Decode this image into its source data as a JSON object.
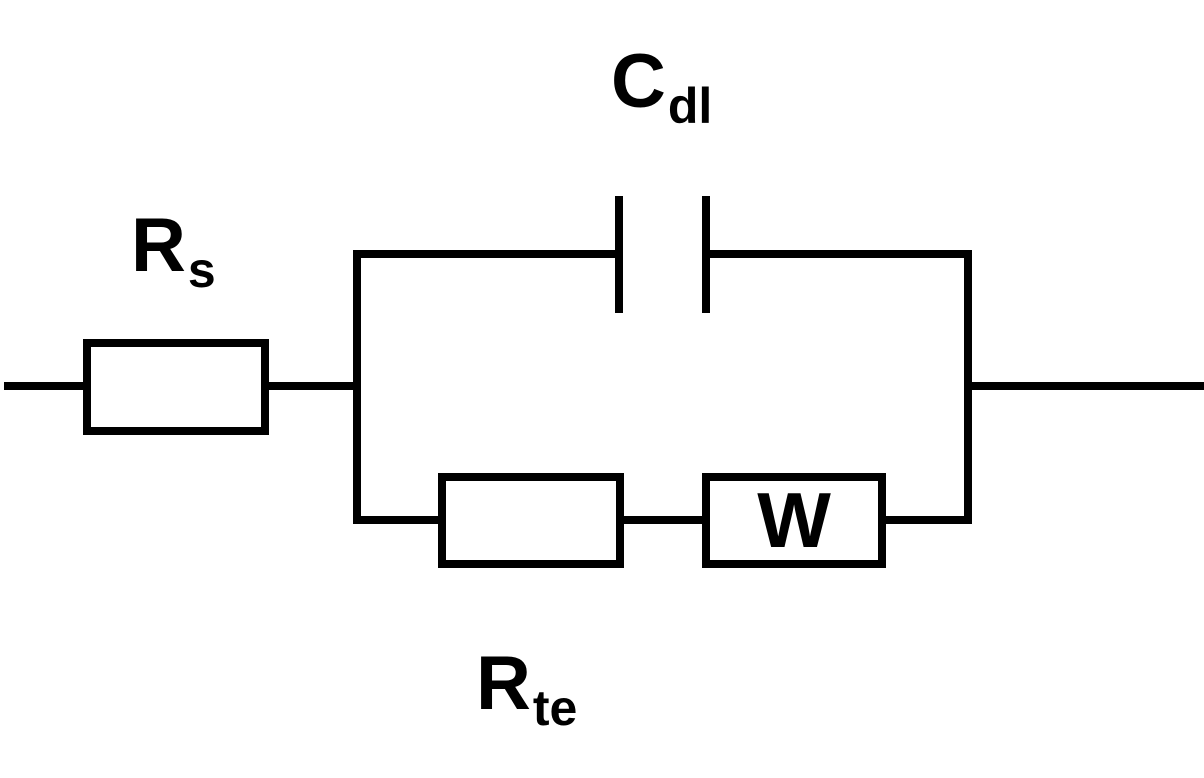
{
  "colors": {
    "wire": "#000000",
    "background": "#ffffff"
  },
  "labels": {
    "rs": {
      "main": "R",
      "sub": "s"
    },
    "cdl": {
      "main": "C",
      "sub": "dl"
    },
    "rte": {
      "main": "R",
      "sub": "te"
    },
    "warburg": "W"
  }
}
